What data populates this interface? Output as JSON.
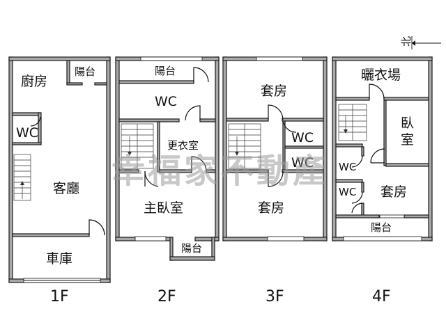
{
  "floors": [
    {
      "label": "1F",
      "rooms": [
        "廚房",
        "陽台",
        "WC",
        "客廳",
        "車庫"
      ]
    },
    {
      "label": "2F",
      "rooms": [
        "陽台",
        "WC",
        "更衣室",
        "主臥室",
        "陽台"
      ]
    },
    {
      "label": "3F",
      "rooms": [
        "套房",
        "WC",
        "WC",
        "套房"
      ]
    },
    {
      "label": "4F",
      "rooms": [
        "曬衣場",
        "臥室",
        "WC",
        "WC",
        "套房",
        "陽台"
      ]
    }
  ],
  "north_label": "北",
  "watermark": "幸福家不動產"
}
